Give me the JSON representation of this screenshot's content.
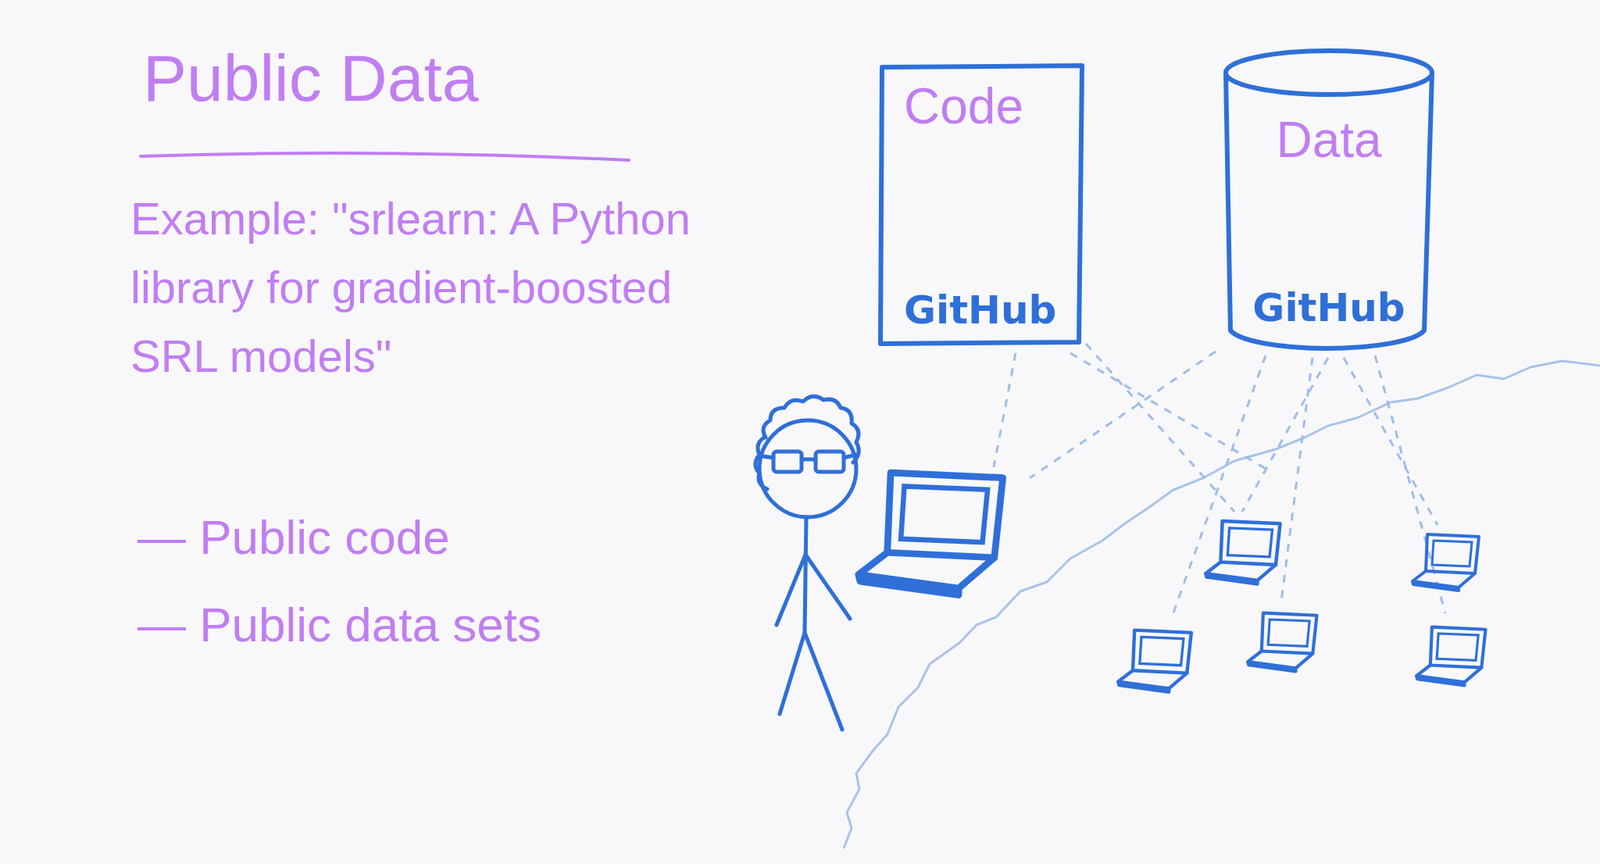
{
  "diagram": {
    "title": "Public Data",
    "nodes": [
      {
        "text": [
          "Code",
          "GitHub"
        ]
      },
      {
        "text": [
          "Data",
          "GitHub"
        ]
      }
    ],
    "labels": [
      "Example: \"srlearn: A Python library for gradient-boosted SRL models\"",
      "— Public code",
      "— Public data sets"
    ]
  }
}
